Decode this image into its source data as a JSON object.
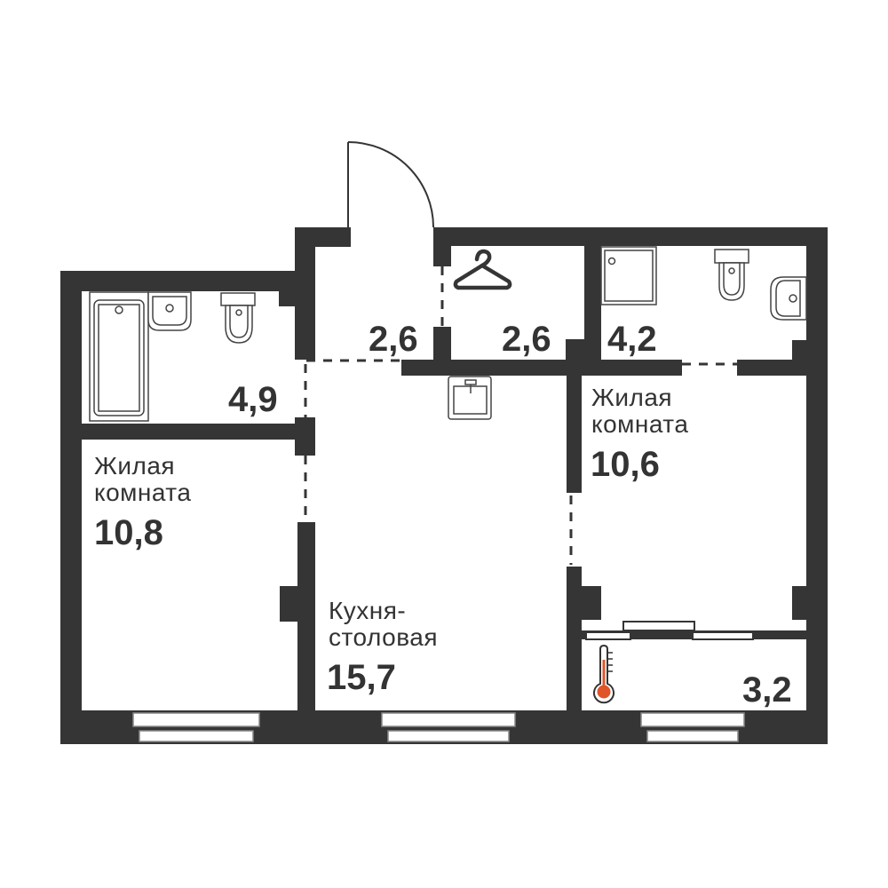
{
  "colors": {
    "wall": "#353535",
    "fixture": "#444444",
    "accent": "#e0542a"
  },
  "rooms": [
    {
      "id": "bathroom-left",
      "area": "4,9"
    },
    {
      "id": "hallway",
      "area": "2,6"
    },
    {
      "id": "wardrobe",
      "area": "2,6",
      "icon": "hanger-icon"
    },
    {
      "id": "bathroom-right",
      "area": "4,2"
    },
    {
      "id": "living-room-left",
      "name_line1": "Жилая",
      "name_line2": "комната",
      "area": "10,8"
    },
    {
      "id": "kitchen",
      "name_line1": "Кухня-",
      "name_line2": "столовая",
      "area": "15,7"
    },
    {
      "id": "living-room-right",
      "name_line1": "Жилая",
      "name_line2": "комната",
      "area": "10,6"
    },
    {
      "id": "balcony",
      "area": "3,2",
      "icon": "thermometer-icon"
    }
  ]
}
